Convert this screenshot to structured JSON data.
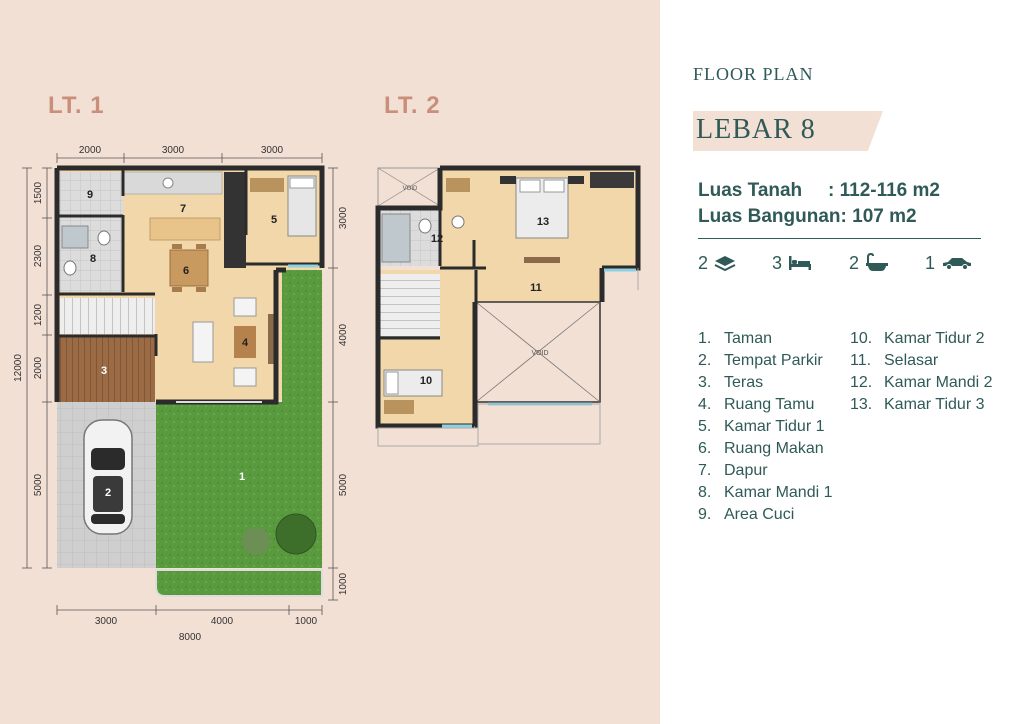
{
  "floor1": {
    "title": "LT. 1",
    "dims_top": [
      "2000",
      "3000",
      "3000"
    ],
    "dims_left": [
      "1500",
      "2300",
      "1200",
      "2000",
      "5000"
    ],
    "dim_left_total": "12000",
    "dims_right": [
      "3000",
      "4000",
      "5000",
      "1000"
    ],
    "dims_bottom": [
      "3000",
      "4000",
      "1000"
    ],
    "dim_bottom_total": "8000",
    "room_numbers": [
      "9",
      "7",
      "5",
      "8",
      "6",
      "4",
      "3",
      "2",
      "1"
    ]
  },
  "floor2": {
    "title": "LT. 2",
    "room_numbers": [
      "12",
      "13",
      "11",
      "10"
    ],
    "void_labels": [
      "VOID",
      "VOID"
    ]
  },
  "info": {
    "section_title": "FLOOR PLAN",
    "variant": "LEBAR 8",
    "land_area_label": "Luas Tanah",
    "land_area_value": ": 112-116 m2",
    "building_area_label": "Luas Bangunan:",
    "building_area_value": "107 m2",
    "features": [
      {
        "count": "2",
        "icon": "floors-icon"
      },
      {
        "count": "3",
        "icon": "bed-icon"
      },
      {
        "count": "2",
        "icon": "bathtub-icon"
      },
      {
        "count": "1",
        "icon": "car-icon"
      }
    ],
    "legend_left": [
      {
        "num": "1.",
        "name": "Taman"
      },
      {
        "num": "2.",
        "name": "Tempat Parkir"
      },
      {
        "num": "3.",
        "name": "Teras"
      },
      {
        "num": "4.",
        "name": "Ruang Tamu"
      },
      {
        "num": "5.",
        "name": "Kamar Tidur 1"
      },
      {
        "num": "6.",
        "name": "Ruang Makan"
      },
      {
        "num": "7.",
        "name": "Dapur"
      },
      {
        "num": "8.",
        "name": "Kamar Mandi 1"
      },
      {
        "num": "9.",
        "name": "Area Cuci"
      }
    ],
    "legend_right": [
      {
        "num": "10.",
        "name": "Kamar Tidur 2"
      },
      {
        "num": "11.",
        "name": "Selasar"
      },
      {
        "num": "12.",
        "name": "Kamar Mandi 2"
      },
      {
        "num": "13.",
        "name": "Kamar Tidur 3"
      }
    ]
  },
  "colors": {
    "teal": "#2f5a58",
    "salmon": "#c98f7a",
    "wood": "#f1d7a9",
    "grass": "#5a9a3f",
    "wall": "#2b2b2b",
    "tile": "#d9d9d9"
  }
}
